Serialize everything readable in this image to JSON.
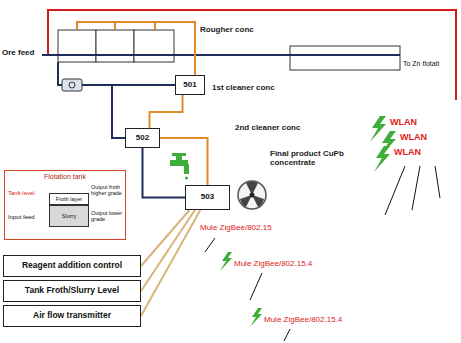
{
  "diagram": {
    "nodes": [
      {
        "text": [
          "501"
        ]
      },
      {
        "text": [
          "502"
        ]
      },
      {
        "text": [
          "503"
        ]
      },
      {
        "text": [
          "Flotation tank"
        ]
      },
      {
        "text": [
          "Froth layer"
        ],
        "in": 3
      },
      {
        "text": [
          "Slurry"
        ],
        "in": 3
      },
      {
        "text": [
          "Reagent addition control"
        ]
      },
      {
        "text": [
          "Tank Froth/Slurry Level"
        ]
      },
      {
        "text": [
          "Air flow transmitter"
        ]
      }
    ],
    "edges": [
      {
        "from": 0,
        "to": 1,
        "arrow": "none"
      },
      {
        "from": 1,
        "to": 2,
        "arrow": "none"
      },
      {
        "from": 1,
        "to": 0,
        "arrow": "none"
      },
      {
        "from": 2,
        "to": 1,
        "arrow": "none"
      },
      {
        "from": 6,
        "to": 2,
        "arrow": "none"
      },
      {
        "from": 7,
        "to": 2,
        "arrow": "none"
      },
      {
        "from": 8,
        "to": 2,
        "arrow": "none"
      }
    ],
    "labels": [
      "Ore feed",
      "Rougher conc",
      "To Zn flotati",
      "1st cleaner conc",
      "2nd cleaner conc",
      "Final product CuPb concentrate",
      "WLAN",
      "WLAN",
      "WLAN",
      "Mule ZigBee/802.15",
      "Mule ZigBee/802.15.4",
      "Mule ZigBee/802.15.4",
      "Tank level",
      "Input feed",
      "Output froth higher grade",
      "Output lower grade"
    ]
  }
}
